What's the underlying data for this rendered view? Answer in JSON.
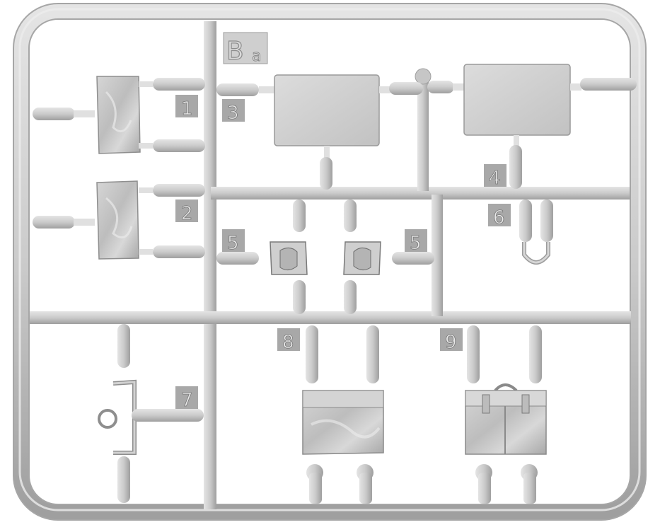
{
  "sprue": {
    "id_letter": "B",
    "id_sub": "a"
  },
  "part_numbers": {
    "n1": "1",
    "n2": "2",
    "n3": "3",
    "n4": "4",
    "n5a": "5",
    "n5b": "5",
    "n6": "6",
    "n7": "7",
    "n8": "8",
    "n9": "9"
  },
  "colors": {
    "plastic": "#c9c9c9",
    "plastic_shadow": "#a9a9a9",
    "plastic_highlight": "#e6e6e6",
    "tag": "#9a9a9a",
    "background": "#ffffff"
  }
}
